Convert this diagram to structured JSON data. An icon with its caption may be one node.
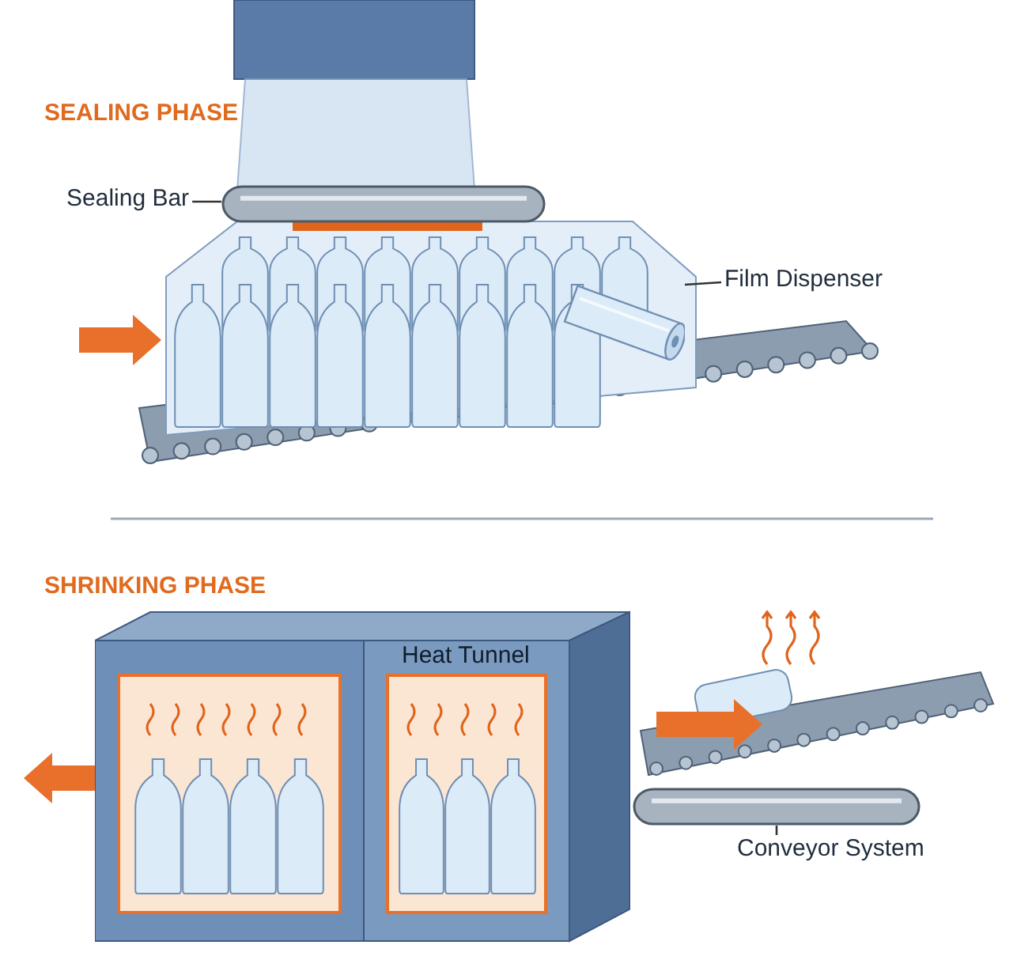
{
  "diagram": {
    "nodes": [
      {
        "text": [
          "Sealing Bar"
        ]
      },
      {
        "text": [],
        "shape": "cylinder"
      },
      {
        "text": [
          "Film Dispenser"
        ]
      },
      {
        "text": [],
        "shape": "cylinder"
      },
      {
        "text": [
          "Conveyor System"
        ]
      },
      {
        "text": [],
        "shape": "cylinder"
      },
      {
        "text": [
          "Heat Tunnel"
        ]
      }
    ],
    "edges": [
      {
        "from": 0,
        "to": 1,
        "arrow": "none"
      },
      {
        "from": 2,
        "to": 3,
        "arrow": "none"
      },
      {
        "from": 4,
        "to": 5,
        "arrow": "none"
      }
    ],
    "labels": [
      "SEALING PHASE",
      "SHRINKING PHASE"
    ]
  }
}
